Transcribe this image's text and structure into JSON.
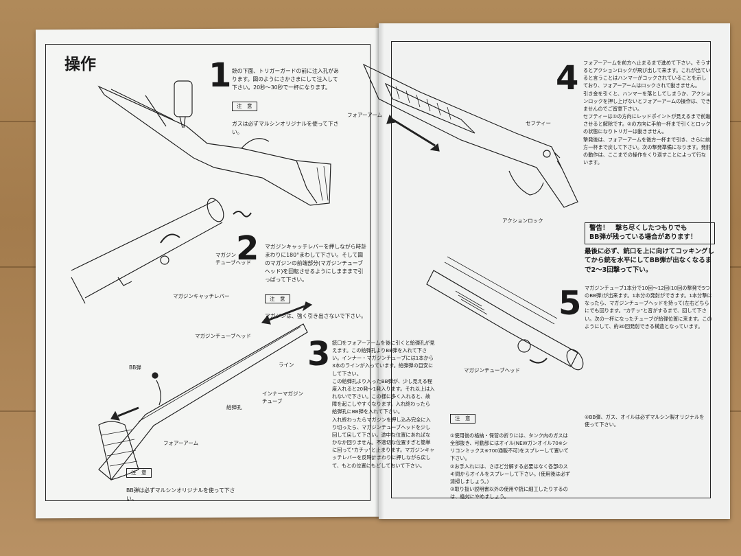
{
  "section_title": "操作",
  "steps": [
    {
      "number": "1",
      "text": "銃の下面、トリガーガードの前に注入孔があります。図のようにさかさまにして注入して下さい。20秒～30秒で一杯になります。",
      "note_label": "注　意",
      "note": "ガスは必ずマルシンオリジナルを使って下さい。"
    },
    {
      "number": "2",
      "text": "マガジンキャッチレバーを押しながら時計まわりに180°まわして下さい。そして図のマガジンの前端部分(マガジンチューブヘッド)を回転させるようにしまままで引っぱって下さい。",
      "note_label": "注　意",
      "note": "マガジンは、強く引き出さないで下さい。"
    },
    {
      "number": "3",
      "text": "銃口をフォアーアームを後に引くと給弾孔が見えます。この給弾孔よりBB弾を入れて下さい。インナー・マガジンチューブには1本から3本のラインが入っています。給弾弾の目安にして下さい。\nこの給弾孔より入ったBB弾が、少し見える程度入れると20発～1発入ります。それ以上は入れないで下さい。この様に多く入れると、故障を起こしやすくなります。入れ終わったら給弾孔にBB弾を入れて下さい。\n入れ終わったらマガジンを押し込み完全に入り切ったら、マガジンチューブヘッドを少し回して戻して下さい。途中な位置にあればなかなか回りません。不適切な位置すぎと簡単に回って\"カチッ\"と止まります。マガジンキャッチレバーを反時計まわりに押しながら戻して、もとの位置にもどしておいて下さい。",
      "note_label": "注　意",
      "note": "BB弾は必ずマルシンオリジナルを使って下さい。"
    },
    {
      "number": "4",
      "text": "フォアーアームを前方へ止まるまで進めて下さい。そうするとアクションロックが飛び出して来ます。これが出ていると言うことはハンマーがコックされていることを示しており、フォアーアームはロックされて動きません。\n引き金を引くと、ハンマーを落としてしまうか、アクションロックを押し上げないとフォアーアームの操作は、できませんのでご留意下さい。\nセフティーは①の方向にレッドポイントが見えるまで前進させると解除です。②の方向に手前一杯まで引くとロックの状態になりトリガーは動きません。\n撃発後は、フォアーアームを後方一杯まで引き、さらに前方一杯まで戻して下さい。次の撃発準備になります。発射の動作は、ここまでの操作をくり返すことによって行ないます。"
    },
    {
      "number": "5",
      "text": "マガジンチューブ1本分で10回～12回(10回の撃発で5つのBB弾)が出来ます。1本分の発射ができます。1本分撃になったら、マガジンチューブヘッドを持って(左右どちらにでも回ります。\"カチッ\"と音がするまで、回して下さい。次の一杯になったチューブが給弾位置に来ます。このようにして、約30回発射できる構造となっています。"
    }
  ],
  "warning": {
    "box": "警告！　撃ち尽くしたつもりでも\nBB弾が残っている場合があります！",
    "body": "最後に必ず、銃口を上に向けてコッキングしてから銃を水平にしてBB弾が出なくなるまで2～3回撃って下い。"
  },
  "right_notes": {
    "label": "注　意",
    "col1": "①使用後の格納・保管の折りには、タンク内のガスは全部抜き、可動部にはオイル(NEWガンオイル70※シリコンミックス※700通販不可)をスプレーして置いて下さい。\n②お手入れには、さほど分解する必要はなく各部のスキ間からオイルをスプレーして下さい。(使用後は必ず清掃しましょう。)\n③取り扱い説明書以外の使用や銃に細工したりするのは、絶対にやめましょう。",
    "col2": "④BB弾、ガス、オイルは必ずマルシン製オリジナルを使って下さい。"
  },
  "labels": {
    "magazine_catch_lever": "マガジンキャッチレバー",
    "magazine_tube_head_2": "マガジン\nチューブヘッド",
    "magazine_tube_head_3": "マガジンチューブヘッド",
    "line": "ライン",
    "inner_magazine_tube": "インナーマガジン\nチューブ",
    "bb_bullet": "BB弾",
    "feed_hole": "給弾孔",
    "forearm_3": "フォアーアーム",
    "forearm_4": "フォアーアーム",
    "safety": "セフティー",
    "action_lock": "アクションロック",
    "magazine_tube_head_5": "マガジンチューブヘッド"
  },
  "colors": {
    "paper": "#f4f5f3",
    "ink": "#1a1a1a",
    "table": "#a37b4c"
  }
}
